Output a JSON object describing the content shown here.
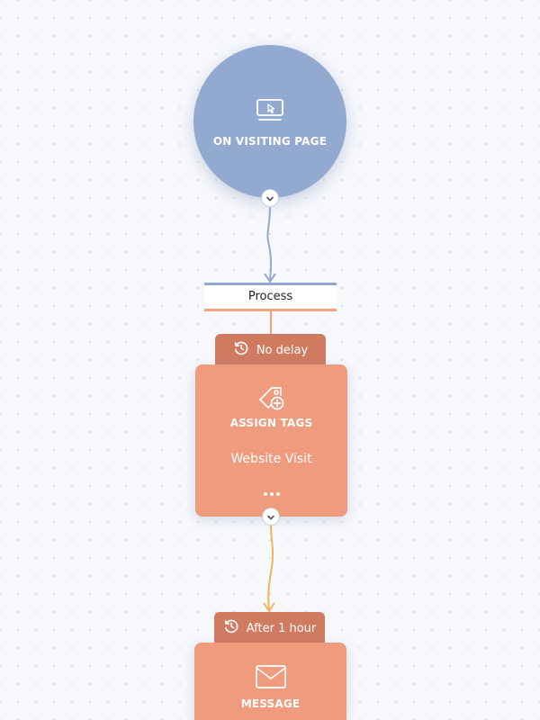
{
  "colors": {
    "trigger": "#92a9d0",
    "action_card": "#ee9b7e",
    "delay_tab": "#d07a60",
    "connector_blue": "#92a9d0",
    "connector_orange": "#f2b35a",
    "process_bottom": "#f0a283"
  },
  "trigger": {
    "icon": "monitor-cursor-icon",
    "label": "ON VISITING PAGE"
  },
  "process": {
    "label": "Process"
  },
  "steps": [
    {
      "delay_icon": "clock-history-icon",
      "delay_label": "No delay",
      "icon": "tag-add-icon",
      "title": "ASSIGN TAGS",
      "subtitle": "Website Visit",
      "more_icon": "more-dots-icon"
    },
    {
      "delay_icon": "clock-history-icon",
      "delay_label": "After 1 hour",
      "icon": "envelope-icon",
      "title": "MESSAGE"
    }
  ]
}
